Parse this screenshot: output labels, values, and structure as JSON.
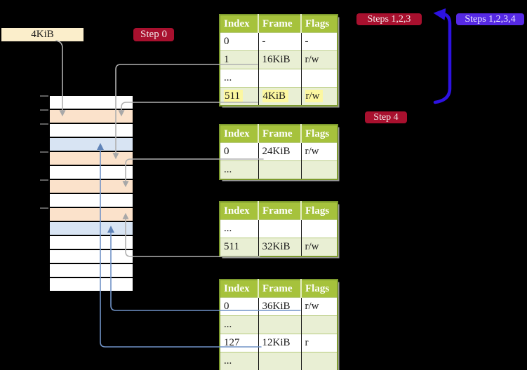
{
  "frame_label": {
    "text": "4KiB"
  },
  "badges": {
    "step0": {
      "label": "Step 0",
      "color": "#a8102e"
    },
    "steps123": {
      "label": "Steps 1,2,3",
      "color": "#a8102e"
    },
    "steps1234": {
      "label": "Steps 1,2,3,4",
      "color": "#5629e4"
    },
    "step4": {
      "label": "Step 4",
      "color": "#a8102e"
    }
  },
  "colors": {
    "bg": "#000000",
    "labelbg": "#fbeecb",
    "badgered": "#a8102e",
    "badgeblue": "#5629e4",
    "arrowblue": "#2d12e2",
    "hdrgreen": "#a6c23c",
    "shadegreen": "#e9efd4",
    "tblborder": "#7d9a2e",
    "rowsep": "#b6ca7c",
    "hlyellow": "#fcf7a0",
    "peach": "#fbe2cb",
    "lightblue": "#d8e4f3",
    "graycon": "#b0b0b0",
    "bluecon": "#7193c7",
    "tick": "#7f7f7f"
  },
  "memory_column": {
    "row_colors": [
      "white",
      "peach",
      "white",
      "blue",
      "peach",
      "white",
      "peach",
      "white",
      "peach",
      "blue",
      "white",
      "white",
      "white",
      "white"
    ]
  },
  "page_tables": [
    {
      "name": "page-table-1",
      "headers": [
        "Index",
        "Frame",
        "Flags"
      ],
      "rows": [
        {
          "cells": [
            "0",
            "-",
            "-"
          ],
          "shaded": false,
          "highlight": false
        },
        {
          "cells": [
            "1",
            "16KiB",
            "r/w"
          ],
          "shaded": true,
          "highlight": false
        },
        {
          "cells": [
            "...",
            "",
            ""
          ],
          "shaded": false,
          "highlight": false
        },
        {
          "cells": [
            "511",
            "4KiB",
            "r/w"
          ],
          "shaded": true,
          "highlight": true
        }
      ]
    },
    {
      "name": "page-table-2",
      "headers": [
        "Index",
        "Frame",
        "Flags"
      ],
      "rows": [
        {
          "cells": [
            "0",
            "24KiB",
            "r/w"
          ],
          "shaded": false,
          "highlight": false
        },
        {
          "cells": [
            "...",
            "",
            ""
          ],
          "shaded": true,
          "highlight": false
        }
      ]
    },
    {
      "name": "page-table-3",
      "headers": [
        "Index",
        "Frame",
        "Flags"
      ],
      "rows": [
        {
          "cells": [
            "...",
            "",
            ""
          ],
          "shaded": false,
          "highlight": false
        },
        {
          "cells": [
            "511",
            "32KiB",
            "r/w"
          ],
          "shaded": true,
          "highlight": false
        }
      ]
    },
    {
      "name": "page-table-4",
      "headers": [
        "Index",
        "Frame",
        "Flags"
      ],
      "rows": [
        {
          "cells": [
            "0",
            "36KiB",
            "r/w"
          ],
          "shaded": false,
          "highlight": false
        },
        {
          "cells": [
            "...",
            "",
            ""
          ],
          "shaded": true,
          "highlight": false
        },
        {
          "cells": [
            "127",
            "12KiB",
            "r"
          ],
          "shaded": false,
          "highlight": false
        },
        {
          "cells": [
            "...",
            "",
            ""
          ],
          "shaded": true,
          "highlight": false
        }
      ]
    }
  ]
}
